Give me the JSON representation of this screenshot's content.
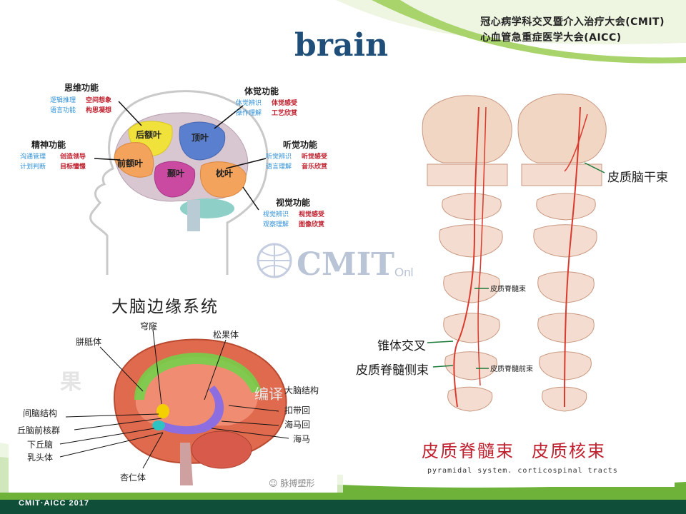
{
  "slide": {
    "header_line1": "冠心病学科交叉暨介入治疗大会(CMIT)",
    "header_line2": "心血管急重症医学大会(AICC)",
    "title": "brain",
    "footer": "CMIT·AICC 2017",
    "watermark_main": "CMIT",
    "watermark_sub": "Online",
    "colors": {
      "title": "#1f4e79",
      "green_band": "#8cc63f",
      "dark_band": "#0f4f3a"
    }
  },
  "functional_diagram": {
    "functions": [
      {
        "title": "思维功能",
        "items_blue": [
          "逻辑推理",
          "语言功能"
        ],
        "items_red": [
          "空间想象",
          "构思凝想"
        ]
      },
      {
        "title": "体觉功能",
        "items_blue": [
          "体觉辨识",
          "操作理解"
        ],
        "items_red": [
          "体觉感受",
          "工艺欣赏"
        ]
      },
      {
        "title": "精神功能",
        "items_blue": [
          "沟通管理",
          "计划判断"
        ],
        "items_red": [
          "创造领导",
          "目标憧憬"
        ]
      },
      {
        "title": "听觉功能",
        "items_blue": [
          "听觉辨识",
          "语言理解"
        ],
        "items_red": [
          "听觉感受",
          "音乐欣赏"
        ]
      },
      {
        "title": "视觉功能",
        "items_blue": [
          "视觉辨识",
          "观察理解"
        ],
        "items_red": [
          "视觉感受",
          "图像欣赏"
        ]
      }
    ],
    "lobes": [
      "后额叶",
      "顶叶",
      "前额叶",
      "颞叶",
      "枕叶"
    ]
  },
  "limbic_diagram": {
    "title": "大脑边缘系统",
    "labels": [
      "穹窿",
      "松果体",
      "胼胝体",
      "大脑结构",
      "扣带回",
      "海马回",
      "海马",
      "间脑结构",
      "丘脑前核群",
      "下丘脑",
      "乳头体",
      "杏仁体"
    ],
    "watermark_left": "果",
    "watermark_right": "编译",
    "wechat": "脉搏塑形"
  },
  "tract_diagram": {
    "labels": [
      "皮质脑干束",
      "皮质脊髓束",
      "锥体交叉",
      "皮质脊髓侧束",
      "皮质脊髓前束"
    ],
    "bottom_left": "皮质脊髓束",
    "bottom_right": "皮质核束",
    "caption": "pyramidal system. corticospinal tracts"
  }
}
